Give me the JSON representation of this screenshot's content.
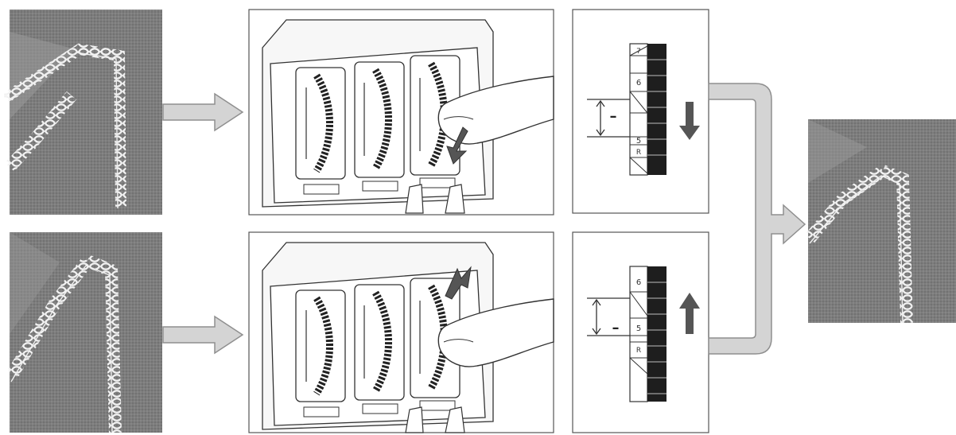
{
  "diagram": {
    "rows": [
      {
        "id": "top",
        "dial_direction": "down",
        "scale_labels": [
          "7",
          "6",
          "5",
          "R"
        ],
        "adjust_sign": "–"
      },
      {
        "id": "bottom",
        "dial_direction": "up",
        "scale_labels": [
          "6",
          "5",
          "R"
        ],
        "adjust_sign": "–"
      }
    ],
    "colors": {
      "fabric": "#7d7d7d",
      "arrow_fill": "#d4d4d4",
      "arrow_stroke": "#8f8f8f",
      "line": "#333333",
      "dark": "#222222"
    },
    "icons": [
      "fabric-sample-unbalanced-top",
      "fabric-sample-unbalanced-bottom",
      "tension-dial-illustration",
      "tension-scale-icon",
      "fabric-sample-balanced"
    ]
  }
}
